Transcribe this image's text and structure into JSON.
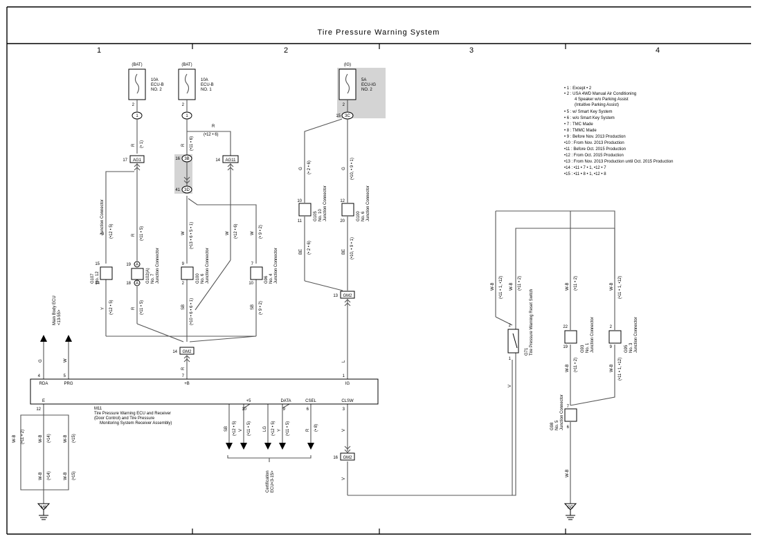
{
  "title": "Tire Pressure Warning System",
  "columns": [
    "1",
    "2",
    "3",
    "4"
  ],
  "fuses": [
    {
      "top": "(BAT)",
      "amp": "10A",
      "name": "ECU-B",
      "no": "NO. 2",
      "pin": "2",
      "conn": "1"
    },
    {
      "top": "(BAT)",
      "amp": "10A",
      "name": "ECU-B",
      "no": "NO. 1",
      "pin": "2",
      "conn": "1"
    },
    {
      "top": "(IG)",
      "amp": "5A",
      "name": "ECU-IG",
      "no": "NO. 2",
      "pin": "2",
      "conn": "3C",
      "conn_pin": "15"
    }
  ],
  "notes": [
    "• 1 : Except • 2",
    "• 2 : USA 4WD Manual Air Conditioning",
    "4 Speaker w/o Parking Assist",
    "(Intuitive Parking Assist)",
    "• 5 : w/ Smart Key System",
    "• 6 : w/o Smart Key System",
    "• 7 : TMC Made",
    "• 8 : TMMC Made",
    "• 9 : Before Nov. 2013 Production",
    "•10 : From Nov. 2013 Production",
    "•11 : Before Oct. 2015 Production",
    "•12 : From Oct. 2015 Production",
    "•13 : From Nov. 2013 Production until Oct. 2015 Production",
    "•14 : •11 • 7 • 1, •12 • 7",
    "•15 : •11 • 8 • 1, •12 • 8"
  ],
  "connectors": [
    {
      "id": "AG1",
      "pin": "17"
    },
    {
      "id": "AG11",
      "pin": "14"
    },
    {
      "id": "3B",
      "pin": "16"
    },
    {
      "id": "3D",
      "pin": "41"
    },
    {
      "id": "GM2",
      "pin": "13"
    },
    {
      "id": "GM2",
      "pin": "14"
    },
    {
      "id": "GM2",
      "pin": "16"
    },
    {
      "id": "M8"
    },
    {
      "id": "GD"
    }
  ],
  "junctions": [
    {
      "id": "G107",
      "no": "No. 12",
      "name": "Junction Connector",
      "pin_top": "15",
      "pin_bot": "14"
    },
    {
      "id": "G102(A)",
      "no": "No. 7",
      "name": "Junction Connector",
      "pin_top": "19",
      "pin_bot": "18"
    },
    {
      "id": "G100",
      "no": "No. 6",
      "name": "Junction Connector",
      "pin_top": "9",
      "pin_bot": "2"
    },
    {
      "id": "G96",
      "no": "No. 4",
      "name": "Junction Connector",
      "pin_top": "7",
      "pin_bot": "10"
    },
    {
      "id": "G105",
      "no": "No. 10",
      "name": "Junction Connector",
      "pin_top": "10",
      "pin_bot": "11"
    },
    {
      "id": "G100",
      "no": "No. 6",
      "name": "Junction Connector",
      "pin_top": "12",
      "pin_bot": "20"
    },
    {
      "id": "G93",
      "no": "No. 1",
      "name": "Junction Connector",
      "pin_top": "22",
      "pin_bot": "19"
    },
    {
      "id": "G95",
      "no": "No. 3",
      "name": "Junction Connector",
      "pin_top": "2",
      "pin_bot": "9"
    },
    {
      "id": "G98",
      "no": "No. 5",
      "name": "Junction Connector",
      "pin_top": "7",
      "pin_bot": "6"
    }
  ],
  "ecu": {
    "id": "M11",
    "name_lines": [
      "Tire Pressure Warning ECU and Receiver",
      "(Door Control) and Tire Pressure",
      "Monitoring System Receiver Assembly)"
    ],
    "terms": [
      "RDA",
      "PRG",
      "+B",
      "IG",
      "E",
      "+5",
      "DATA",
      "CSEL",
      "CLSW"
    ],
    "pins": [
      "4",
      "5",
      "7",
      "1",
      "12",
      "10",
      "9",
      "6",
      "3"
    ]
  },
  "main_body_ecu": [
    "Main Body ECU",
    "<13-55>"
  ],
  "certification_ecu": [
    "Certification",
    "ECU<3-15>"
  ],
  "switch": {
    "id": "G71",
    "name": "Tire Pressure Warning Reset Switch",
    "pin_top": "2",
    "pin_bot": "1"
  },
  "wire_labels": {
    "R": "R",
    "G": "G",
    "W": "W",
    "Y": "Y",
    "SB": "SB",
    "BE": "BE",
    "L": "L",
    "V": "V",
    "WB": "W-B",
    "LG": "LG",
    "c1": "(• 1)",
    "c12_6": "(•12 • 6)",
    "c11_6": "(•11 • 6)",
    "c12_5": "(•12 • 5)",
    "c11_5": "(•11 • 5)",
    "c13": "(•13 • 6 • 5 • 1)",
    "c12_6b": "(•12 • 6)",
    "c9_2": "(• 9 • 2)",
    "c2_6": "(• 2 • 6)",
    "c10_9": "(•10, • 9 • 1)",
    "c10s": "(•10 • 6 • 6 • 1)",
    "c11_1_12": "(•11 • 1, •12)",
    "c11_2": "(•11 • 2)",
    "c14": "(•14)",
    "c15": "(•15)",
    "c12_5b": "(•12 • 5)",
    "c11_5b": "(•11 • 5)",
    "c8": "(• 8)",
    "c11_1_12b": "(•11 • 1, •12)",
    "R_sub": "R",
    "plusB": "+B"
  }
}
